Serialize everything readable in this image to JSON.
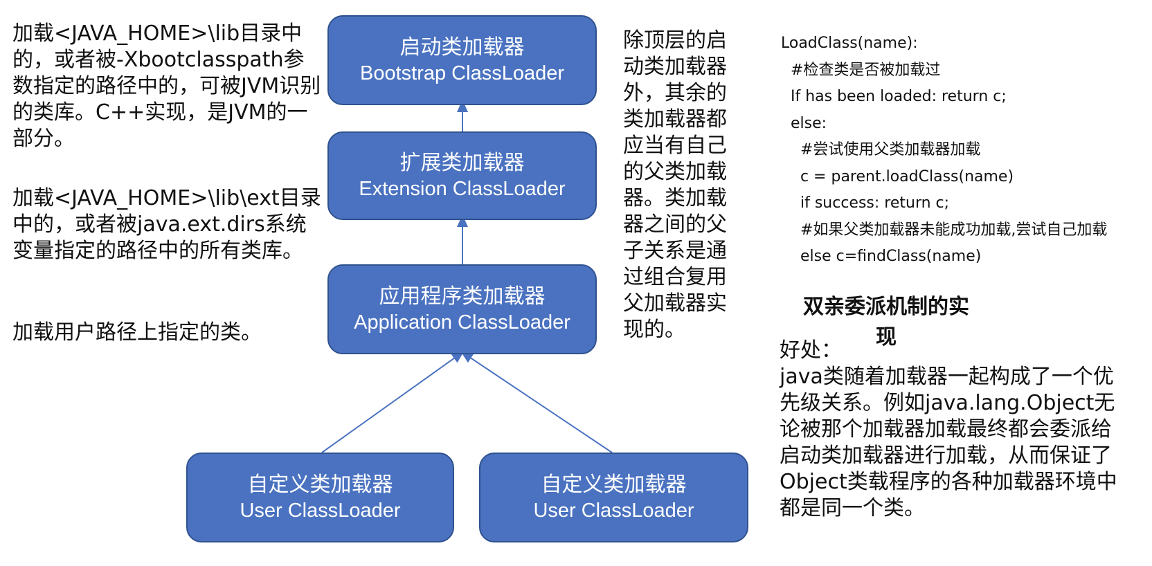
{
  "notes": {
    "bootstrap": "加载<JAVA_HOME>\\lib目录中的，或者被-Xbootclasspath参数指定的路径中的，可被JVM识别的类库。C++实现，是JVM的一部分。",
    "extension": "加载<JAVA_HOME>\\lib\\ext目录中的，或者被java.ext.dirs系统变量指定的路径中的所有类库。",
    "application": "加载用户路径上指定的类。",
    "middle": "除顶层的启动类加载器外，其余的类加载器都应当有自己的父类加载器。类加载器之间的父子关系是通过组合复用父加载器实现的。",
    "benefit": "好处：\njava类随着加载器一起构成了一个优先级关系。例如java.lang.Object无论被那个加载器加载最终都会委派给启动类加载器进行加载，从而保证了Object类载程序的各种加载器环境中都是同一个类。"
  },
  "boxes": {
    "bootstrap": {
      "zh": "启动类加载器",
      "en": "Bootstrap ClassLoader"
    },
    "extension": {
      "zh": "扩展类加载器",
      "en": "Extension ClassLoader"
    },
    "application": {
      "zh": "应用程序类加载器",
      "en": "Application ClassLoader"
    },
    "user1": {
      "zh": "自定义类加载器",
      "en": "User ClassLoader"
    },
    "user2": {
      "zh": "自定义类加载器",
      "en": "User ClassLoader"
    }
  },
  "code": {
    "lines": [
      "LoadClass(name):",
      "  #检查类是否被加载过",
      "  If has been loaded: return c;",
      "  else:",
      "    #尝试使用父类加载器加载",
      "    c = parent.loadClass(name)",
      "    if success: return c;",
      "    #如果父类加载器未能成功加载,尝试自己加载",
      "    else c=findClass(name)"
    ],
    "caption": "双亲委派机制的实现"
  },
  "colors": {
    "box_fill": "#4a72c0",
    "box_border": "#2f528f",
    "arrow": "#4a72c0"
  }
}
